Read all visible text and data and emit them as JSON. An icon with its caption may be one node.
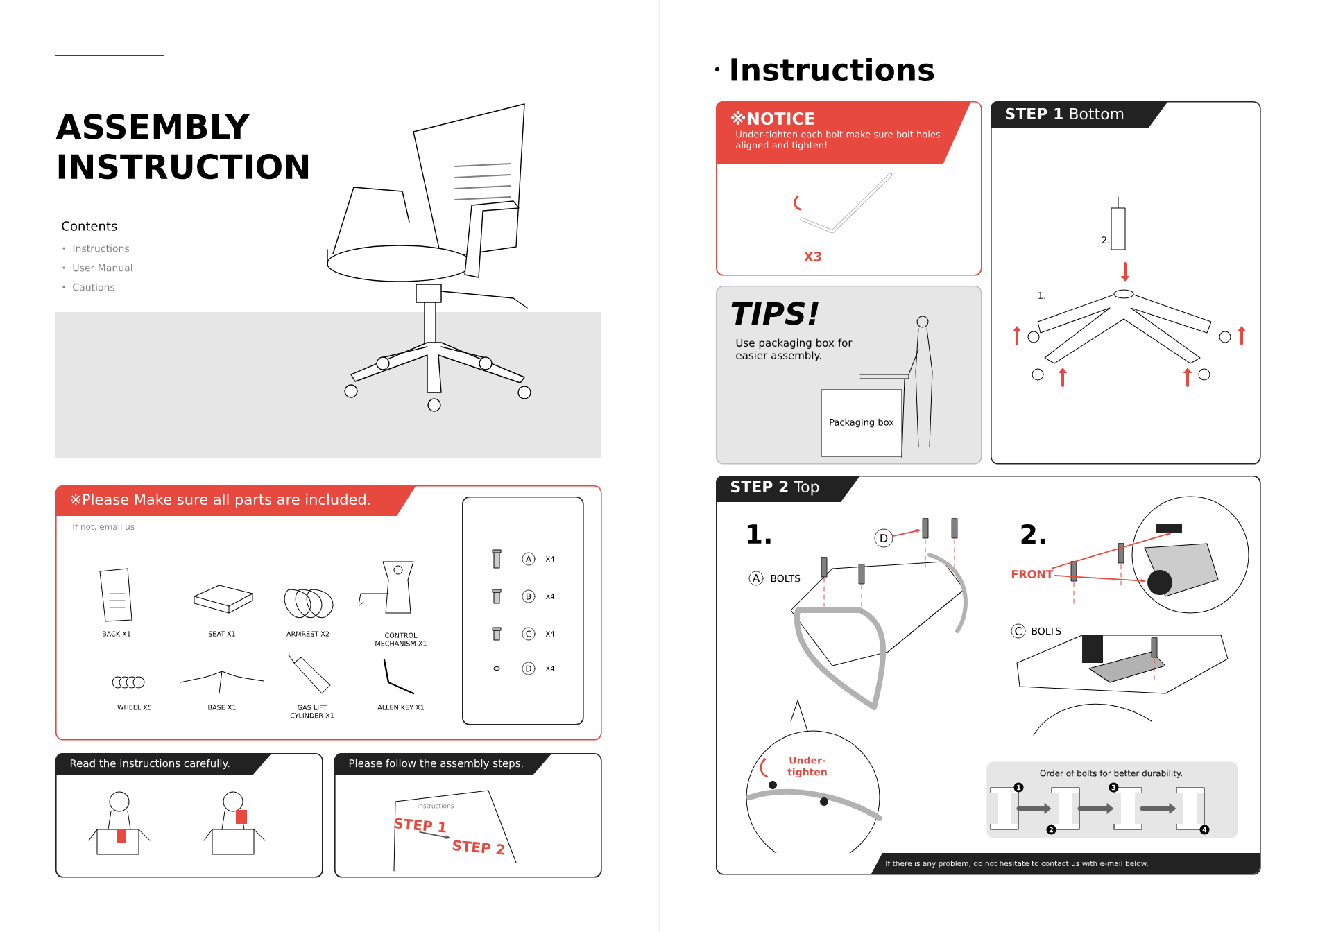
{
  "diagram": {
    "title": "ASSEMBLY INSTRUCTION",
    "nodes": [
      {
        "text": [
          "※Please Make sure all parts are included.",
          "If not, email us"
        ]
      },
      {
        "text": [],
        "shape": "box",
        "in": 0
      },
      {
        "text": [
          "Read the instructions carefully."
        ]
      },
      {
        "text": [
          "Please follow the assembly steps."
        ]
      },
      {
        "text": [
          "Instructions"
        ],
        "in": 3
      },
      {
        "text": [
          "STEP 1"
        ],
        "in": 4
      },
      {
        "text": [
          "STEP 2"
        ],
        "in": 4
      },
      {
        "text": [
          "※NOTICE",
          "Under-tighten each bolt make sure bolt holes aligned and tighten!"
        ]
      },
      {
        "text": [
          "TIPS!",
          "Use packaging box for easier assembly."
        ]
      },
      {
        "text": [
          "Packaging box"
        ],
        "in": 8
      },
      {
        "text": [
          "**STEP 1** Bottom"
        ]
      },
      {
        "text": [
          "**STEP 2** Top"
        ]
      },
      {
        "text": [
          "D"
        ],
        "in": 11
      },
      {
        "text": [
          "FRONT"
        ],
        "in": 11
      },
      {
        "text": [
          "Order of bolts for better durability."
        ],
        "in": 11
      },
      {
        "text": [
          "1"
        ],
        "in": 14
      },
      {
        "text": [
          "2"
        ],
        "in": 14
      },
      {
        "text": [
          "3"
        ],
        "in": 14
      },
      {
        "text": [
          "4"
        ],
        "in": 14
      }
    ],
    "edges": [
      {
        "from": 5,
        "to": 6,
        "arrow": "to",
        "color": "#555555"
      },
      {
        "from": 12,
        "to": null,
        "arrow": "to",
        "color": "#e8493f"
      },
      {
        "from": 13,
        "to": null,
        "arrow": "to",
        "color": "#e8493f"
      },
      {
        "from": 13,
        "to": null,
        "arrow": "to",
        "color": "#e8493f"
      },
      {
        "from": 15,
        "to": 16,
        "arrow": "to",
        "style": "thick",
        "color": "#646464"
      },
      {
        "from": 16,
        "to": 17,
        "arrow": "to",
        "style": "thick",
        "color": "#646464"
      },
      {
        "from": 17,
        "to": 18,
        "arrow": "to",
        "style": "thick",
        "color": "#646464"
      }
    ],
    "labels": [
      "Contents",
      "Instructions",
      "User Manual",
      "Cautions",
      "BACK X1",
      "SEAT X1",
      "ARMREST X2",
      "CONTROL MECHANISM X1",
      "WHEEL X5",
      "BASE X1",
      "GAS LIFT CYLINDER X1",
      "ALLEN KEY X1",
      "A",
      "X4",
      "B",
      "X4",
      "C",
      "X4",
      "D",
      "X4",
      "Instructions",
      "X3",
      "2.",
      "1.",
      "1.",
      "A",
      "BOLTS",
      "2.",
      "C",
      "BOLTS",
      "Under-tighten",
      "If there is any problem, do not hesitate to contact us with e-mail below."
    ]
  }
}
